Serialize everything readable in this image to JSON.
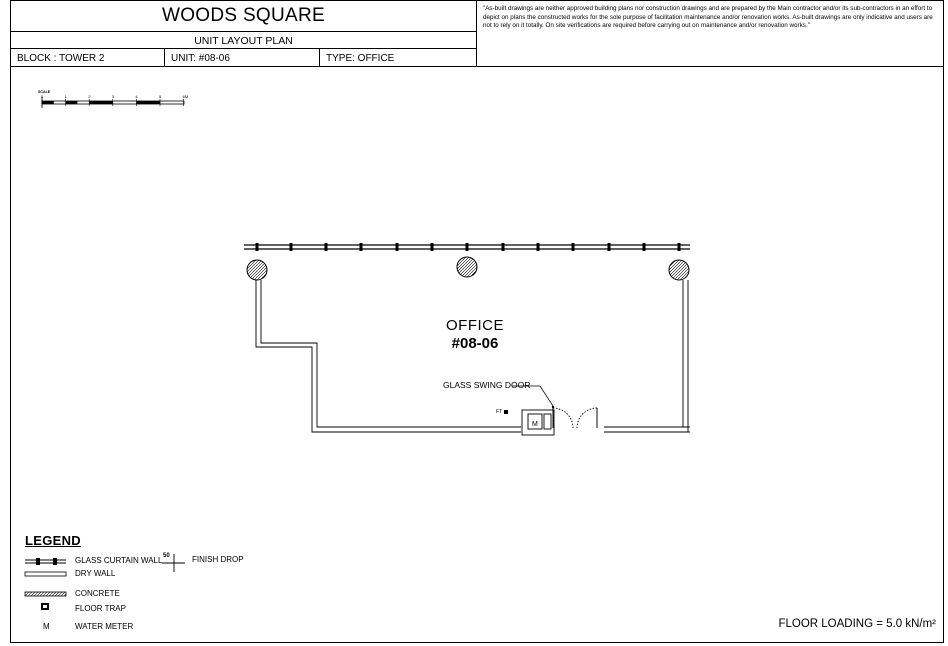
{
  "header": {
    "title": "WOODS SQUARE",
    "subtitle": "UNIT LAYOUT PLAN",
    "block": "BLOCK :  TOWER 2",
    "unit": "UNIT:  #08-06",
    "type": "TYPE:  OFFICE",
    "disclaimer": "\"As-built drawings are neither approved building plans nor construction drawings and are prepared by the Main contractor and/or its sub-contractors in an effort to depict on plans the constructed works for the sole purpose of facilitation maintenance and/or renovation works. As-built drawings are only indicative and users are not to rely on it totally. On site verifications are required before carrying out on maintenance and/or renovation works.\""
  },
  "scale_bar": {
    "label": "SCALE",
    "ticks": [
      "0",
      "1",
      "2",
      "3",
      "4",
      "5",
      "6M"
    ]
  },
  "plan": {
    "room_name": "OFFICE",
    "room_unit": "#08-06",
    "door_label": "GLASS SWING DOOR",
    "floor_trap_tag": "FT",
    "water_meter_tag": "M"
  },
  "legend": {
    "title": "LEGEND",
    "items": [
      {
        "symbol": "glass-curtain-wall",
        "label": "GLASS CURTAIN WALL"
      },
      {
        "symbol": "dry-wall",
        "label": "DRY WALL"
      },
      {
        "symbol": "concrete",
        "label": "CONCRETE"
      },
      {
        "symbol": "floor-trap",
        "label": "FLOOR TRAP"
      },
      {
        "symbol": "water-meter",
        "label": "WATER METER"
      },
      {
        "symbol": "finish-drop",
        "label": "FINISH DROP"
      }
    ],
    "water_meter_symbol": "M",
    "finish_drop_value": "50"
  },
  "floor_loading": "FLOOR LOADING = 5.0 kN/m²"
}
